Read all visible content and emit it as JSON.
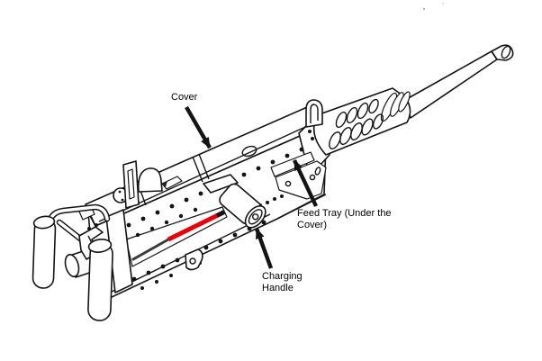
{
  "diagram": {
    "illustration": "machine-gun-line-drawing",
    "labels": {
      "cover": "Cover",
      "feed_tray": "Feed Tray (Under the Cover)",
      "charging_handle": "Charging Handle"
    },
    "highlight": {
      "part": "charging-handle-slide-bar",
      "color": "#e3000c"
    },
    "colors": {
      "line": "#141414",
      "background": "#ffffff",
      "highlight": "#e3000c"
    }
  }
}
